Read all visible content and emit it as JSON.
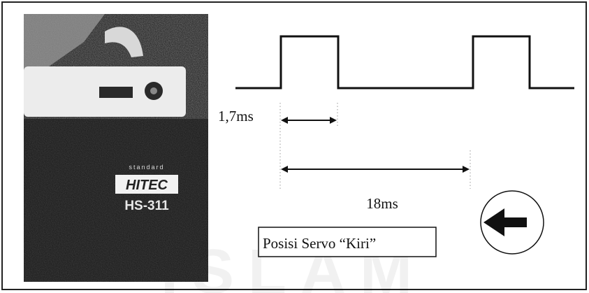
{
  "photo": {
    "brand": "HITEC",
    "brand_small": "standard",
    "model": "HS-311"
  },
  "timing": {
    "pulse_width_label": "1,7ms",
    "period_label": "18ms"
  },
  "caption": {
    "text": "Posisi Servo “Kiri”"
  },
  "direction_indicator": {
    "icon": "arrow-left-icon",
    "direction": "left"
  },
  "watermark": {
    "text": "ISLAM"
  }
}
